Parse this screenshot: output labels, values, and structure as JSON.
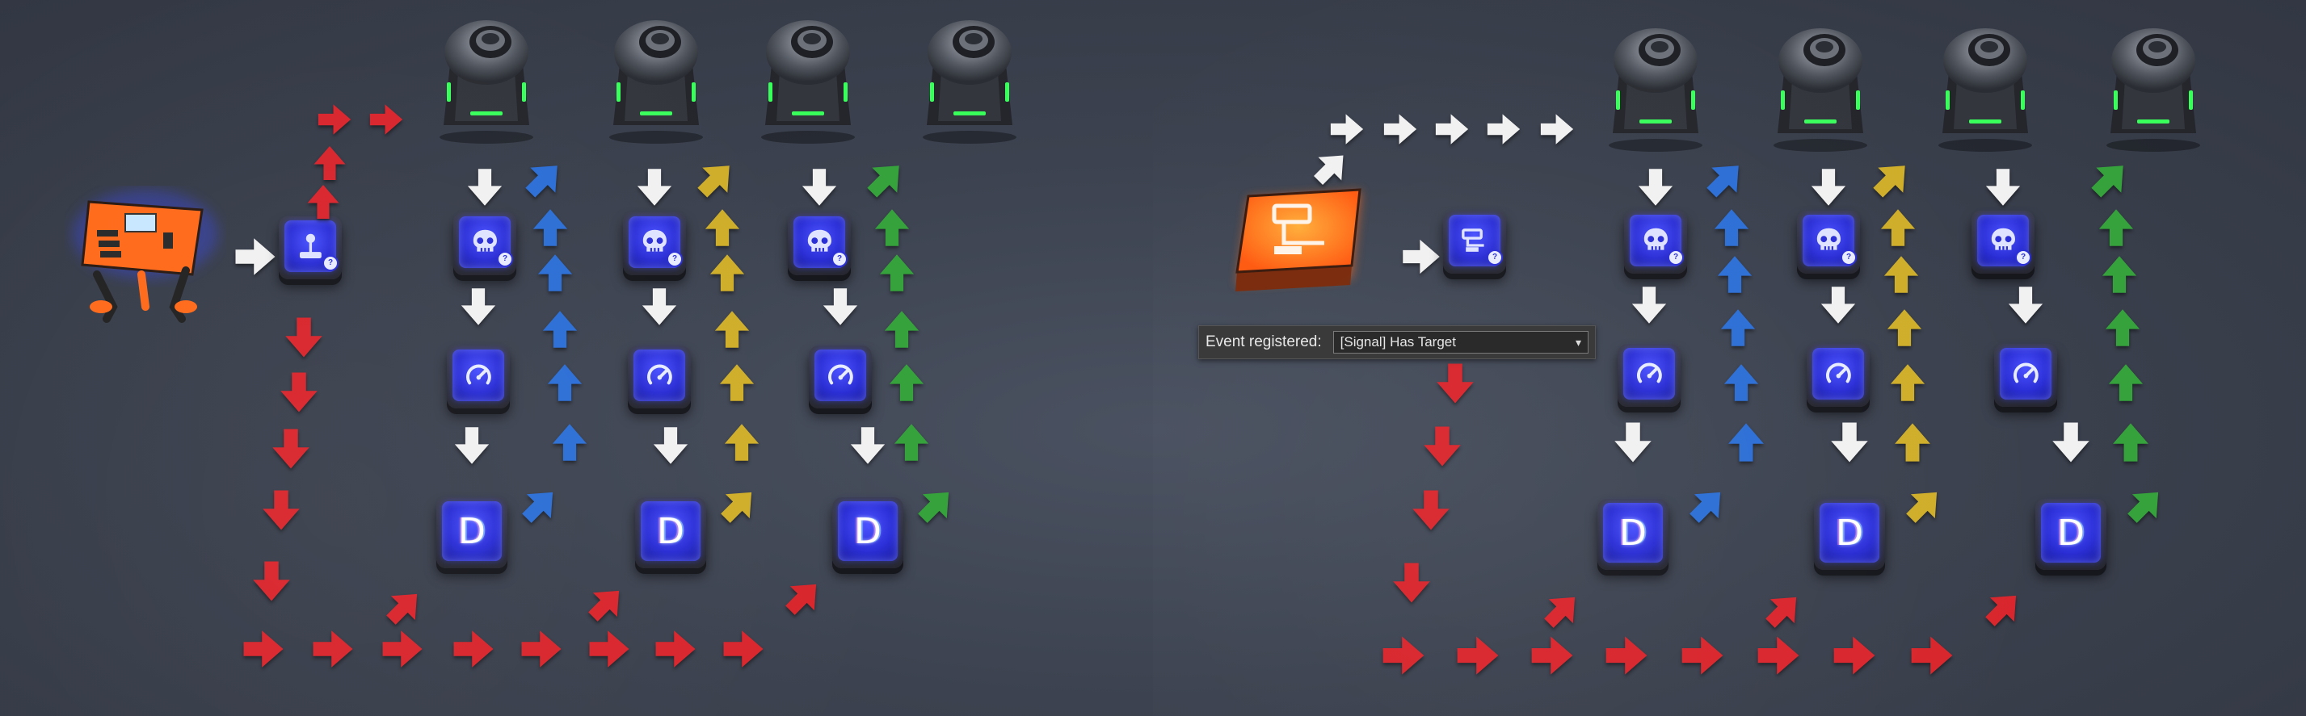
{
  "event_panel": {
    "label": "Event registered:",
    "selected": "[Signal] Has Target"
  },
  "node_letter": "D",
  "icons": {
    "turret": "turret-icon",
    "skull": "skull-sensor-icon",
    "gauge": "gauge-icon",
    "delay": "delay-node-icon",
    "joystick": "joystick-icon",
    "signal": "signal-node-icon",
    "machine": "control-machine-icon",
    "block": "orange-event-block-icon"
  },
  "colors": {
    "red": "#d9262d",
    "white": "#f1f1f1",
    "blue": "#2d6fd6",
    "yellow": "#cfae2a",
    "green": "#36a23c",
    "node_blue": "#2b2fd6",
    "orange": "#ff6a1a",
    "turret_glow": "#39ff5b"
  }
}
